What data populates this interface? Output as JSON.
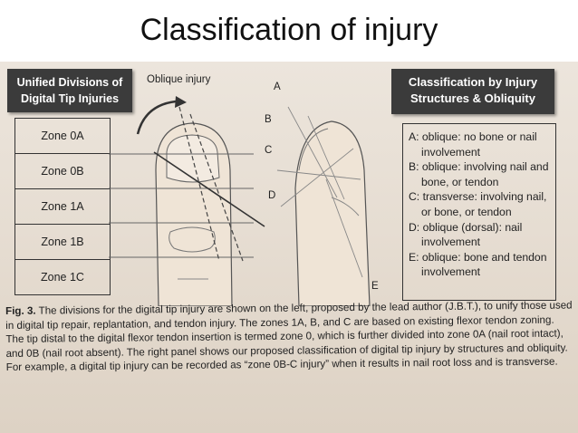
{
  "slide": {
    "title": "Classification of injury"
  },
  "left_panel": {
    "title_line1": "Unified Divisions of",
    "title_line2": "Digital Tip Injuries",
    "zones": [
      "Zone 0A",
      "Zone 0B",
      "Zone 1A",
      "Zone 1B",
      "Zone 1C"
    ]
  },
  "diagram": {
    "oblique_label": "Oblique injury",
    "letters": {
      "a": "A",
      "b": "B",
      "c": "C",
      "d": "D",
      "e": "E"
    }
  },
  "right_panel": {
    "title_line1": "Classification by Injury",
    "title_line2": "Structures & Obliquity",
    "items": [
      "A: oblique: no bone or nail involvement",
      "B: oblique: involving nail and bone, or tendon",
      "C: transverse: involving nail, or bone, or tendon",
      "D: oblique (dorsal): nail involvement",
      "E: oblique: bone and tendon involvement"
    ]
  },
  "caption": {
    "figure_label": "Fig. 3.",
    "text": "The divisions for the digital tip injury are shown on the left, proposed by the lead author (J.B.T.), to unify those used in digital tip repair, replantation, and tendon injury. The zones 1A, B, and C are based on existing flexor tendon zoning. The tip distal to the digital flexor tendon insertion is termed zone 0, which is further divided into zone 0A (nail root intact), and 0B (nail root absent). The right panel shows our proposed classification of digital tip injury by structures and obliquity. For example, a digital tip injury can be recorded as “zone 0B-C injury” when it results in nail root loss and is transverse."
  }
}
